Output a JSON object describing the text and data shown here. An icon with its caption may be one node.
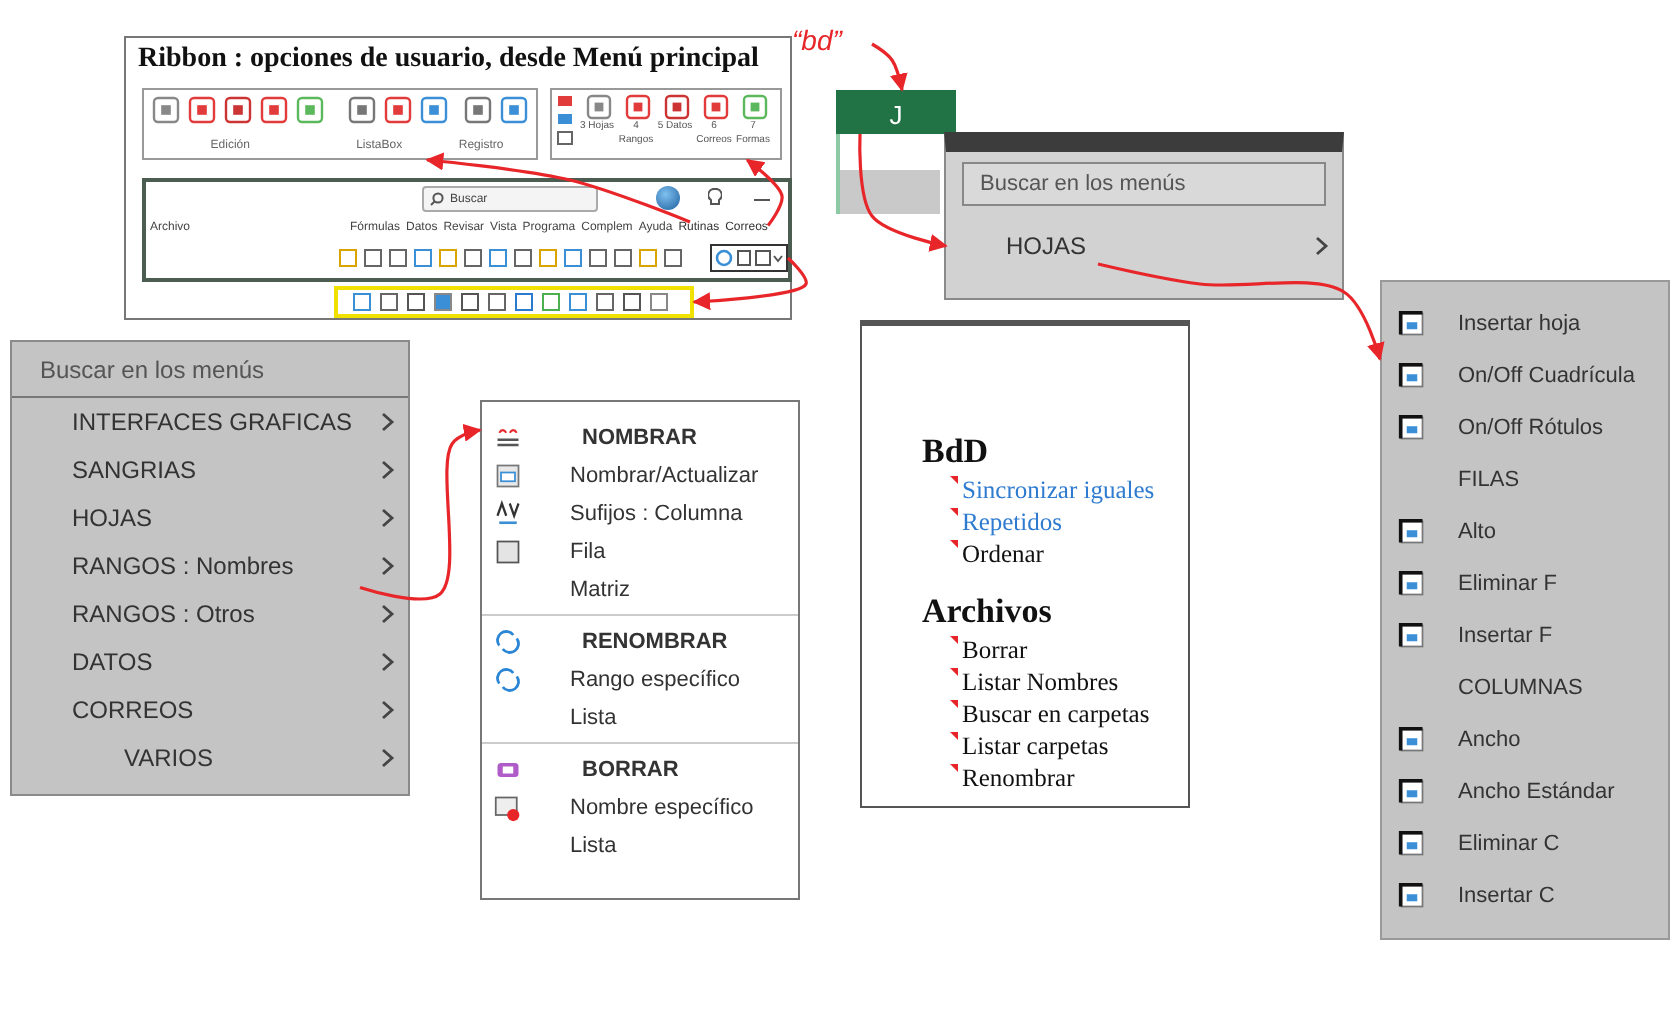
{
  "diagram": {
    "nodes": [
      {
        "text": [
          "Ribbon : opciones de usuario, desde Menú principal"
        ]
      },
      {
        "text": [
          "Edición",
          "ListaBox",
          "Registro"
        ],
        "in": 0
      },
      {
        "text": [
          "3 Hojas",
          "4 Rangos",
          "5 Datos",
          "6 Correos",
          "7 Formas"
        ],
        "in": 0
      },
      {
        "text": [],
        "shape": "box",
        "in": 0
      },
      {
        "text": [
          "Rutinas"
        ],
        "in": 3
      },
      {
        "text": [
          "Correos"
        ],
        "in": 3
      },
      {
        "text": [],
        "shape": "box",
        "in": 3
      },
      {
        "text": [],
        "shape": "box",
        "in": 0
      },
      {
        "text": [
          "Buscar en los menús"
        ]
      },
      {
        "text": [
          "INTERFACES GRAFICAS"
        ],
        "in": 8
      },
      {
        "text": [
          "SANGRIAS"
        ],
        "in": 8
      },
      {
        "text": [
          "HOJAS"
        ],
        "in": 8
      },
      {
        "text": [
          "RANGOS : Nombres"
        ],
        "in": 8
      },
      {
        "text": [
          "RANGOS : Otros"
        ],
        "in": 8
      },
      {
        "text": [
          "DATOS"
        ],
        "in": 8
      },
      {
        "text": [
          "CORREOS"
        ],
        "in": 8
      },
      {
        "text": [
          "VARIOS"
        ],
        "in": 8
      },
      {
        "text": [
          "NOMBRAR",
          "Nombrar/Actualizar",
          "Sufijos : Columna",
          "Fila",
          "Matriz",
          "RENOMBRAR",
          "Rango específico",
          "Lista",
          "BORRAR",
          "Nombre específico",
          "Lista"
        ]
      },
      {
        "text": [
          "“bd”"
        ]
      },
      {
        "text": [
          "J"
        ]
      },
      {
        "text": [
          "Buscar en los menús"
        ]
      },
      {
        "text": [
          "HOJAS"
        ],
        "in": 20
      },
      {
        "text": [
          "BdD",
          "Sincronizar iguales",
          "Repetidos",
          "Ordenar",
          "Archivos",
          "Borrar",
          "Listar Nombres",
          "Buscar en carpetas",
          "Listar carpetas",
          "Renombrar"
        ]
      },
      {
        "text": [
          "Insertar hoja",
          "On/Off Cuadrícula",
          "On/Off Rótulos",
          "FILAS",
          "Alto",
          "Eliminar F",
          "Insertar F",
          "COLUMNAS",
          "Ancho",
          "Ancho Estándar",
          "Eliminar C",
          "Insertar C"
        ]
      }
    ],
    "edges": [
      {
        "from": 4,
        "to": 1,
        "arrow": "to"
      },
      {
        "from": 5,
        "to": 2,
        "arrow": "to"
      },
      {
        "from": 6,
        "to": 7,
        "arrow": "to"
      },
      {
        "from": 12,
        "to": 17,
        "arrow": "to"
      },
      {
        "from": 18,
        "to": 19,
        "arrow": "to"
      },
      {
        "from": 19,
        "to": 21,
        "arrow": "to"
      },
      {
        "from": 21,
        "to": 23,
        "arrow": "to"
      }
    ],
    "labels": [
      "Buscar",
      "Archivo",
      "Fórmulas",
      "Datos",
      "Revisar",
      "Vista",
      "Programa",
      "Complem",
      "Ayuda"
    ]
  }
}
